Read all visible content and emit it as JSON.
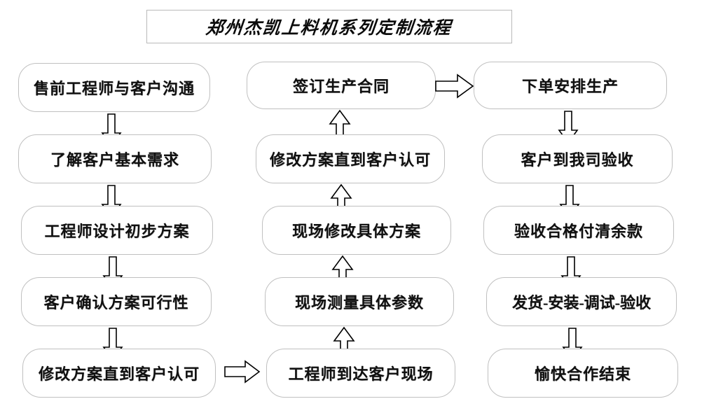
{
  "title": {
    "text": "郑州杰凯上料机系列定制流程"
  },
  "columns": [
    {
      "name": "pre-sales-column",
      "direction": "down",
      "nodes": [
        {
          "label": "售前工程师与客户沟通"
        },
        {
          "label": "了解客户基本需求"
        },
        {
          "label": "工程师设计初步方案"
        },
        {
          "label": "客户确认方案可行性"
        },
        {
          "label": "修改方案直到客户认可"
        }
      ]
    },
    {
      "name": "on-site-column",
      "direction": "up",
      "nodes": [
        {
          "label": "签订生产合同"
        },
        {
          "label": "修改方案直到客户认可"
        },
        {
          "label": "现场修改具体方案"
        },
        {
          "label": "现场测量具体参数"
        },
        {
          "label": "工程师到达客户现场"
        }
      ]
    },
    {
      "name": "production-column",
      "direction": "down",
      "nodes": [
        {
          "label": "下单安排生产"
        },
        {
          "label": "客户到我司验收"
        },
        {
          "label": "验收合格付清余款"
        },
        {
          "label": "发货-安装-调试-验收"
        },
        {
          "label": "愉快合作结束"
        }
      ]
    }
  ],
  "connectors": {
    "left_to_middle": "arrow-right",
    "middle_to_right": "arrow-right",
    "left_vertical": "arrow-down",
    "middle_vertical": "arrow-up",
    "right_vertical": "arrow-down"
  },
  "colors": {
    "node_border": "#c0c0c0",
    "title_border": "#b9b9b9",
    "text": "#101010",
    "arrow_stroke": "#000000",
    "background": "#ffffff"
  }
}
